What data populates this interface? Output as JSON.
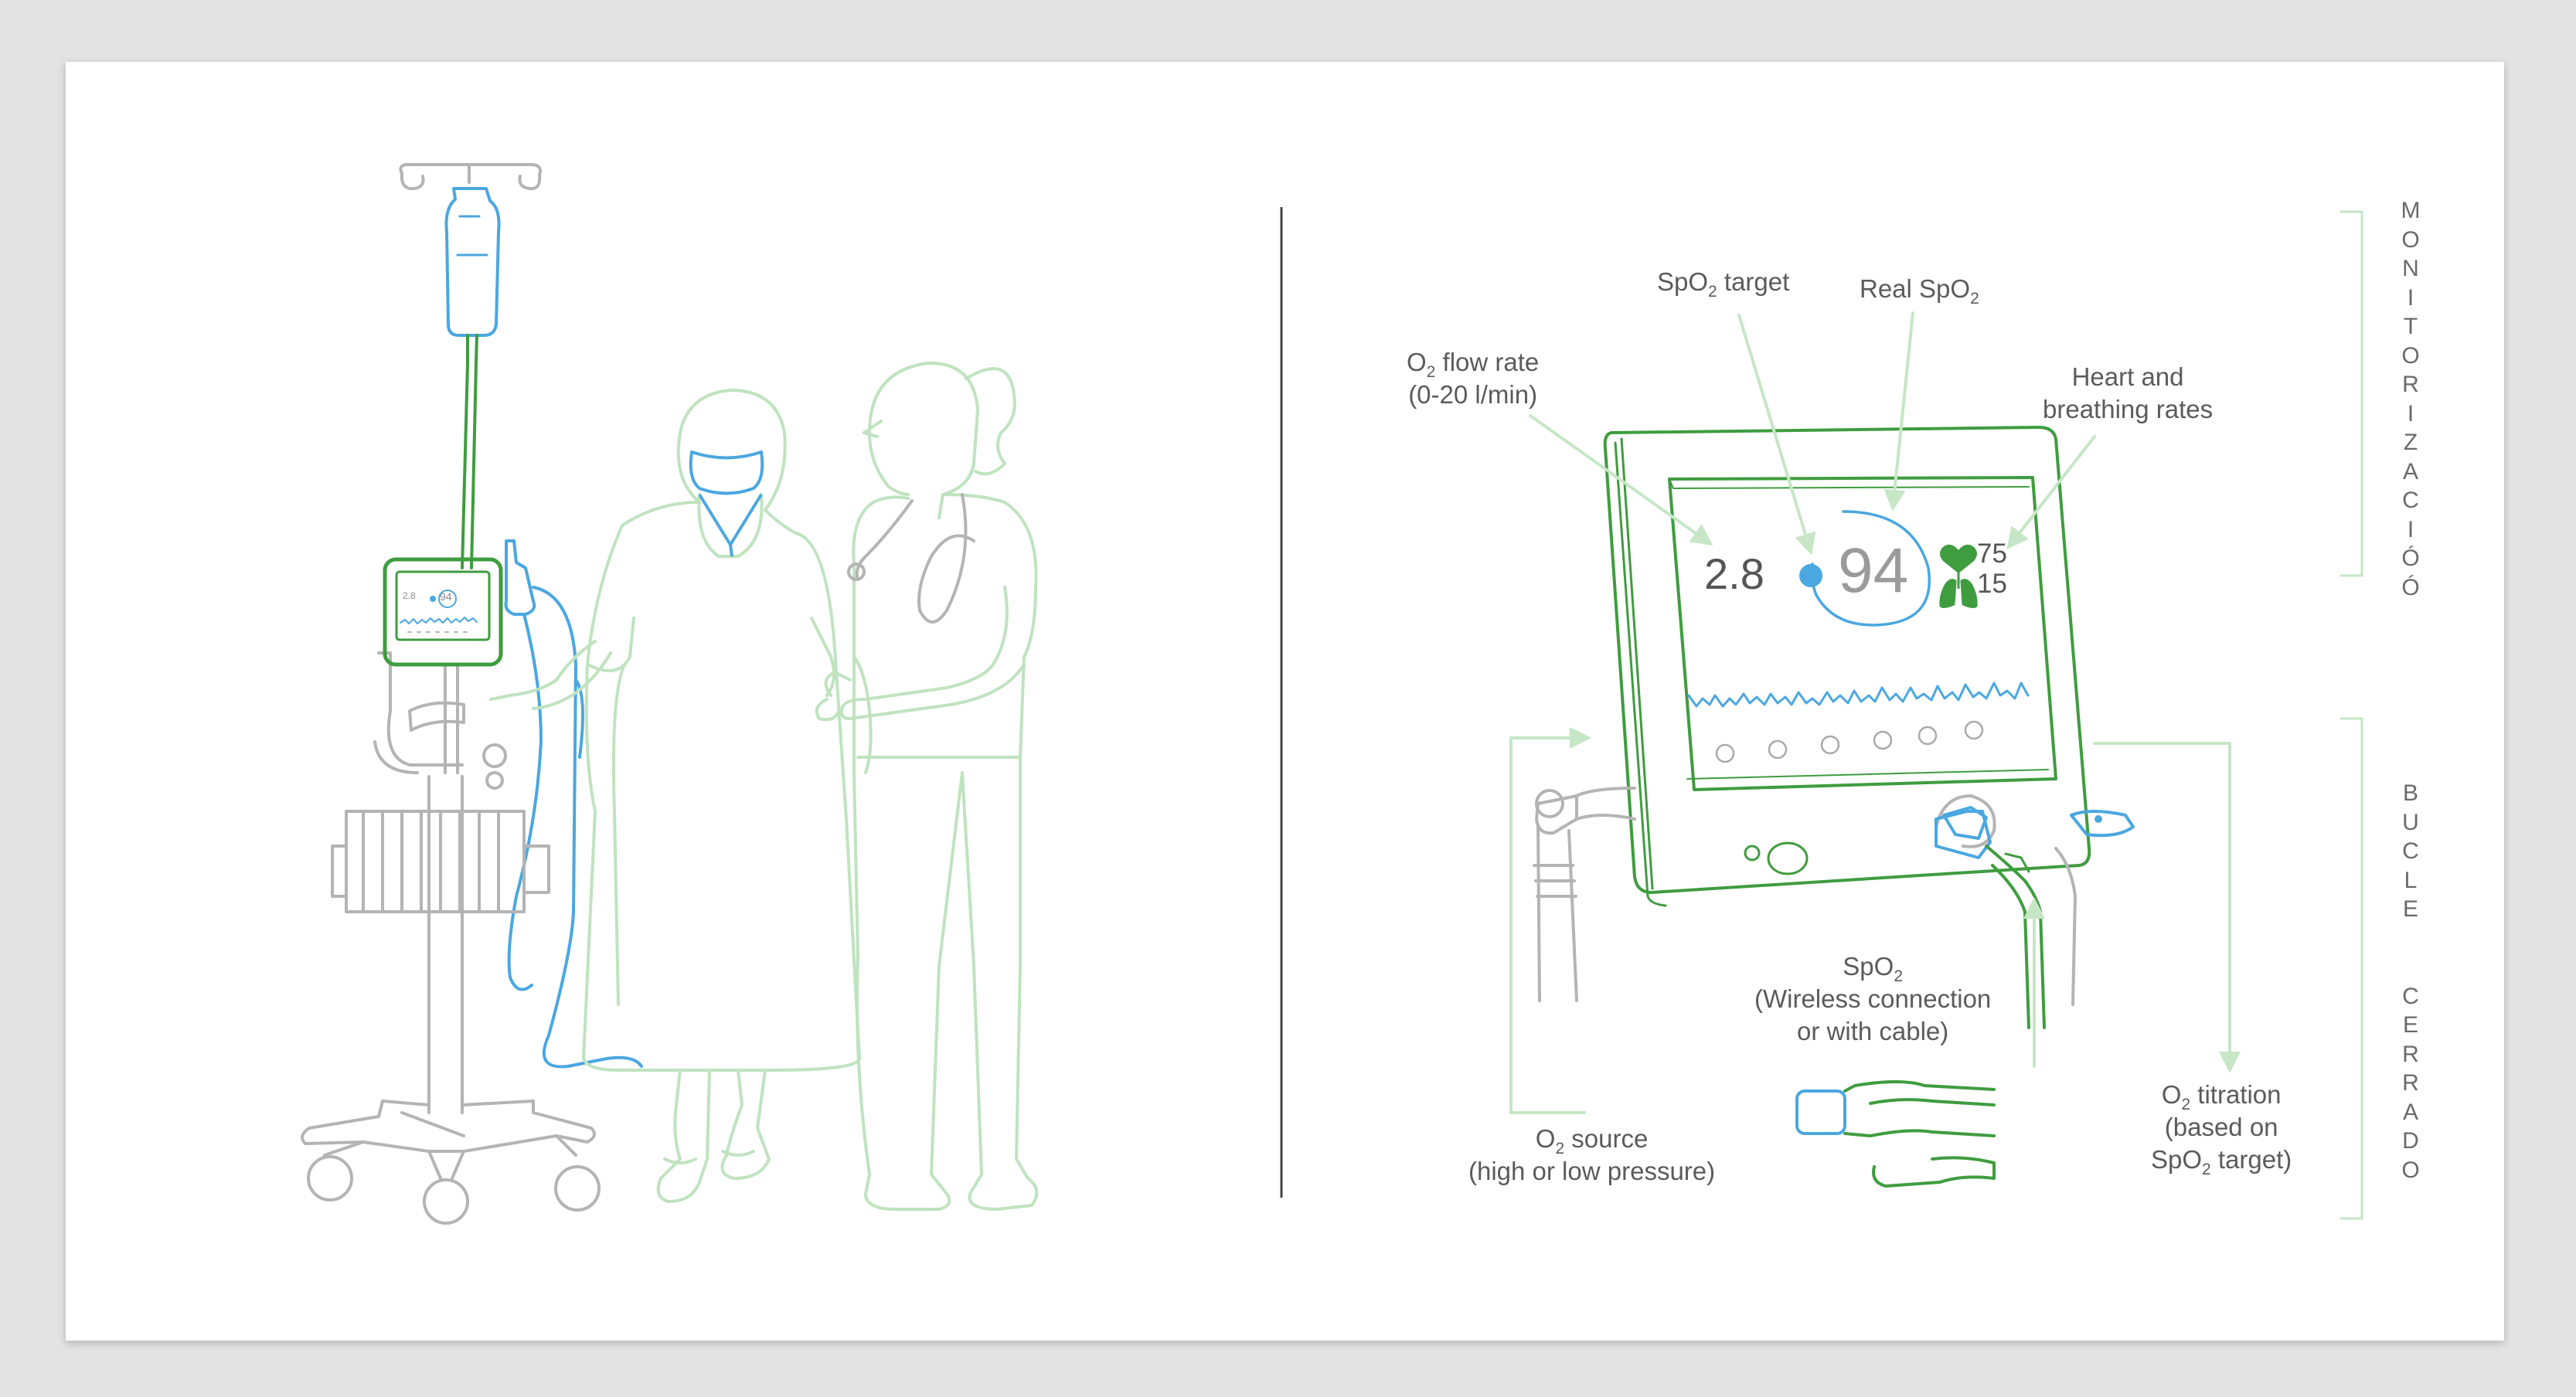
{
  "colors": {
    "green_dark": "#3f9c3f",
    "green_light": "#bfe3bf",
    "blue": "#4aa7e0",
    "gray_line": "#b4b4b4",
    "text": "#5b5b5b"
  },
  "monitor": {
    "flow_value": "2.8",
    "spo2_value": "94",
    "heart_rate": "75",
    "breath_rate": "15"
  },
  "small_monitor": {
    "flow_value": "2.8",
    "spo2_value": "94"
  },
  "labels": {
    "spo2_target": {
      "pre": "SpO",
      "sub": "2",
      "post": " target"
    },
    "real_spo2": {
      "pre": "Real SpO",
      "sub": "2"
    },
    "o2_flow": {
      "pre": "O",
      "sub": "2",
      "post": " flow rate",
      "line2": "(0-20 l/min)"
    },
    "heart_breathing": {
      "line1": "Heart and",
      "line2": "breathing rates"
    },
    "spo2_sensor": {
      "pre": "SpO",
      "sub": "2",
      "line2": "(Wireless connection",
      "line3": "or with cable)"
    },
    "o2_source": {
      "pre": "O",
      "sub": "2",
      "post": " source",
      "line2": "(high or low pressure)"
    },
    "o2_titration": {
      "pre": "O",
      "sub": "2",
      "post": " titration",
      "line2": "(based on",
      "line3_pre": "SpO",
      "line3_sub": "2",
      "line3_post": " target)"
    }
  },
  "side_labels": {
    "monitorizacion": "M\nO\nN\nI\nT\nO\nR\nI\nZ\nA\nC\nI\nÓ\nÓ",
    "bucle_cerrado": "B\nU\nC\nL\nE\n\n\nC\nE\nR\nR\nA\nD\nO"
  },
  "icons": {
    "heart": "heart-icon",
    "lungs": "lungs-icon",
    "arrow": "arrow-icon"
  }
}
